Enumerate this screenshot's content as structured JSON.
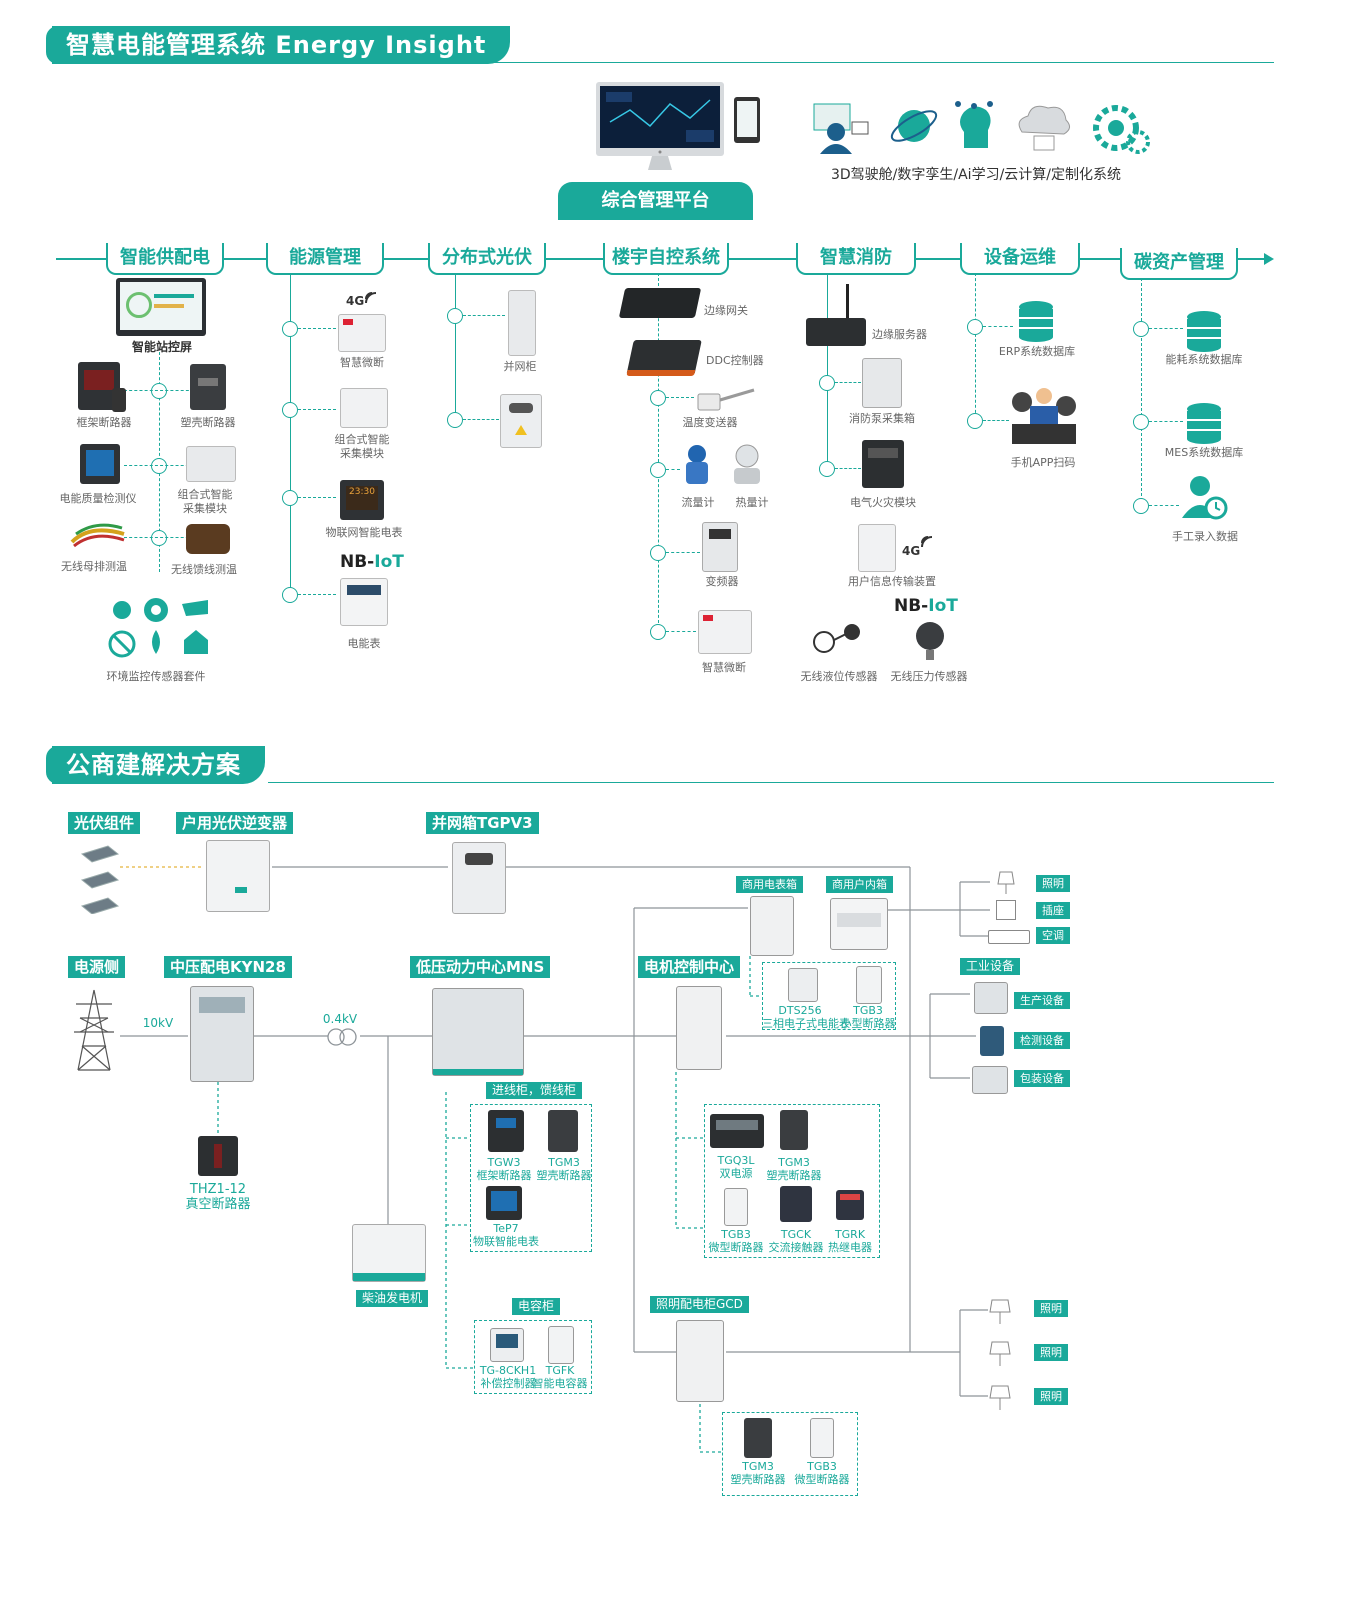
{
  "section1": {
    "title": "智慧电能管理系统 Energy  Insight"
  },
  "platform": {
    "label": "综合管理平台",
    "services": "3D驾驶舱/数字孪生/Ai学习/云计算/定制化系统"
  },
  "categories": [
    "智能供配电",
    "能源管理",
    "分布式光伏",
    "楼宇自控系统",
    "智慧消防",
    "设备运维",
    "碳资产管理"
  ],
  "supply": {
    "screen": "智能站控屏",
    "frame_breaker": "框架断路器",
    "mold_breaker": "塑壳断路器",
    "pq_meter": "电能质量检测仪",
    "combo_module": "组合式智能\n采集模块",
    "busbar_temp": "无线母排测温",
    "feeder_temp": "无线馈线测温",
    "env_sensor": "环境监控传感器套件"
  },
  "energy": {
    "badge_4g": "4G",
    "smart_micro": "智慧微断",
    "combo_module": "组合式智能\n采集模块",
    "iot_meter": "物联网智能电表",
    "nb_prefix": "NB-",
    "nb_suffix": "IoT",
    "meter": "电能表"
  },
  "pv": {
    "grid_cabinet": "并网柜"
  },
  "building": {
    "edge_gateway": "边缘网关",
    "ddc": "DDC控制器",
    "temp_tx": "温度变送器",
    "flow_meter": "流量计",
    "heat_meter": "热量计",
    "inverter": "变频器",
    "smart_micro": "智慧微断"
  },
  "fire": {
    "edge_server": "边缘服务器",
    "pump_box": "消防泵采集箱",
    "fire_module": "电气火灾模块",
    "badge_4g": "4G",
    "user_info": "用户信息传输装置",
    "nb_prefix": "NB-",
    "nb_suffix": "IoT",
    "level_sensor": "无线液位传感器",
    "pressure_sensor": "无线压力传感器"
  },
  "ops": {
    "erp_db": "ERP系统数据库",
    "app_scan": "手机APP扫码"
  },
  "carbon": {
    "energy_db": "能耗系统数据库",
    "mes_db": "MES系统数据库",
    "manual": "手工录入数据"
  },
  "section2": {
    "title": "公商建解决方案"
  },
  "solution": {
    "pv_module": "光伏组件",
    "pv_inverter": "户用光伏逆变器",
    "grid_box": "并网箱TGPV3",
    "power_side": "电源侧",
    "mv_cabinet": "中压配电KYN28",
    "lv_center": "低压动力中心MNS",
    "motor_center": "电机控制中心",
    "v10": "10kV",
    "v04": "0.4kV",
    "vcb_model": "THZ1-12",
    "vcb_name": "真空断路器",
    "diesel": "柴油发电机",
    "meter_box": "商用电表箱",
    "house_box": "商用户内箱",
    "dts_model": "DTS256",
    "dts_name": "三相电子式电能表",
    "tgb3_model": "TGB3",
    "tgb3_name": "小型断路器",
    "lighting": "照明",
    "socket": "插座",
    "ac": "空调",
    "industrial": "工业设备",
    "production": "生产设备",
    "testing": "检测设备",
    "packaging": "包装设备",
    "feeder_group": "进线柜，馈线柜",
    "tgw3_model": "TGW3",
    "tgw3_name": "框架断路器",
    "tgm3_model": "TGM3",
    "tgm3_name": "塑壳断路器",
    "tep7_model": "TeP7",
    "tep7_name": "物联智能电表",
    "cap_group": "电容柜",
    "tg8ckh1_model": "TG-8CKH1",
    "tg8ckh1_name": "补偿控制器",
    "tgfk_model": "TGFK",
    "tgfk_name": "智能电容器",
    "tgq3l_model": "TGQ3L",
    "tgq3l_name": "双电源",
    "tgm3b_model": "TGM3",
    "tgm3b_name": "塑壳断路器",
    "tgb3b_model": "TGB3",
    "tgb3b_name": "微型断路器",
    "tgck_model": "TGCK",
    "tgck_name": "交流接触器",
    "tgrk_model": "TGRK",
    "tgrk_name": "热继电器",
    "lighting_cab": "照明配电柜GCD",
    "tgm3c_model": "TGM3",
    "tgm3c_name": "塑壳断路器",
    "tgb3c_model": "TGB3",
    "tgb3c_name": "微型断路器"
  },
  "colors": {
    "accent": "#1aa99a",
    "dark": "#2b2f33",
    "device_grey": "#dfe3e6",
    "line_grey": "#8e9499"
  }
}
